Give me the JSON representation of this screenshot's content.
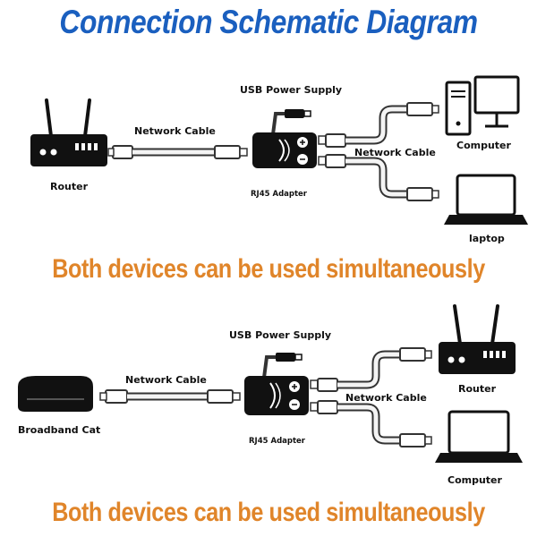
{
  "title": "Connection Schematic Diagram",
  "colors": {
    "title": "#1a5fbf",
    "tagline": "#e0852a",
    "device": "#111111",
    "cable": "#f4f4f4",
    "cable_stroke": "#333333"
  },
  "top": {
    "usb": "USB Power Supply",
    "cable_left": "Network Cable",
    "cable_right": "Network Cable",
    "adapter": "RJ45 Adapter",
    "source": "Router",
    "device1": "Computer",
    "device2": "laptop",
    "tagline": "Both devices can be used simultaneously"
  },
  "bottom": {
    "usb": "USB Power Supply",
    "cable_left": "Network Cable",
    "cable_right": "Network Cable",
    "adapter": "RJ45 Adapter",
    "source": "Broadband Cat",
    "device1": "Router",
    "device2": "Computer",
    "tagline": "Both devices can be used simultaneously"
  }
}
